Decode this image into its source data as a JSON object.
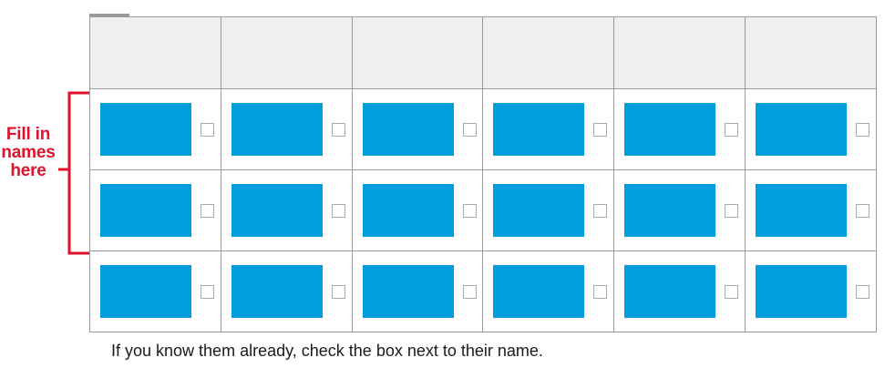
{
  "annotation": {
    "label": "Fill in names here",
    "label_lines": [
      "Fill in",
      "names",
      "here"
    ],
    "color": "#e0112b",
    "bracket_icon": "left-brace-bracket-icon"
  },
  "table": {
    "columns": 6,
    "header_row": {
      "cells": [
        "",
        "",
        "",
        "",
        "",
        ""
      ],
      "background": "#efefef"
    },
    "rows": [
      {
        "cells": [
          {
            "name_placeholder": "",
            "checked": false
          },
          {
            "name_placeholder": "",
            "checked": false
          },
          {
            "name_placeholder": "",
            "checked": false
          },
          {
            "name_placeholder": "",
            "checked": false
          },
          {
            "name_placeholder": "",
            "checked": false
          },
          {
            "name_placeholder": "",
            "checked": false
          }
        ]
      },
      {
        "cells": [
          {
            "name_placeholder": "",
            "checked": false
          },
          {
            "name_placeholder": "",
            "checked": false
          },
          {
            "name_placeholder": "",
            "checked": false
          },
          {
            "name_placeholder": "",
            "checked": false
          },
          {
            "name_placeholder": "",
            "checked": false
          },
          {
            "name_placeholder": "",
            "checked": false
          }
        ]
      },
      {
        "cells": [
          {
            "name_placeholder": "",
            "checked": false
          },
          {
            "name_placeholder": "",
            "checked": false
          },
          {
            "name_placeholder": "",
            "checked": false
          },
          {
            "name_placeholder": "",
            "checked": false
          },
          {
            "name_placeholder": "",
            "checked": false
          },
          {
            "name_placeholder": "",
            "checked": false
          }
        ]
      }
    ],
    "name_block_color": "#029ddd",
    "grid_line_color": "#9a9a9a",
    "checkbox_border_color": "#aaaaaa"
  },
  "caption": {
    "text": "If you know them already, check the box next to their name."
  }
}
